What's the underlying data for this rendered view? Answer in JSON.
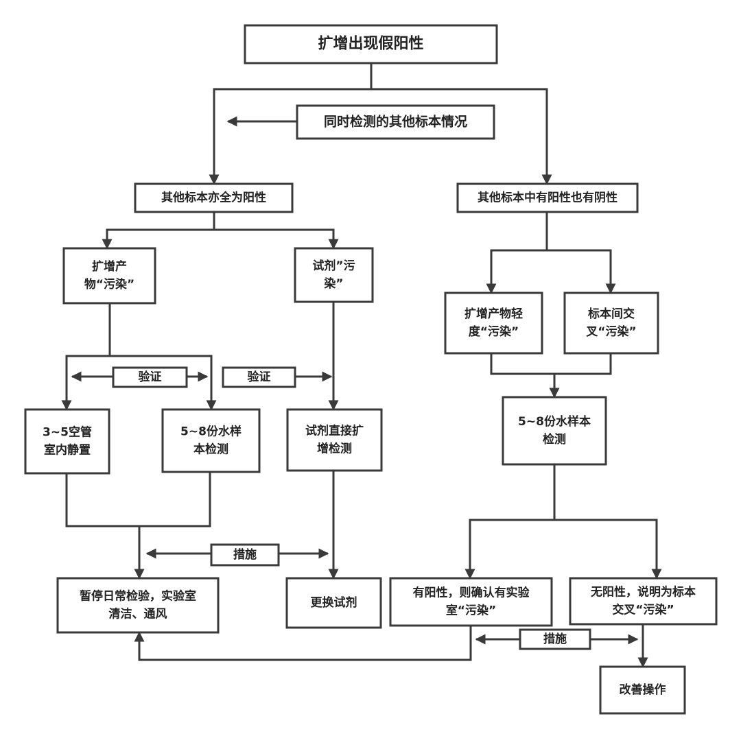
{
  "title": "扩增出现假阳性",
  "nodes": {
    "root": [
      "扩增出现假阳性"
    ],
    "check_other": [
      "同时检测的其他标本情况"
    ],
    "all_positive": [
      "其他标本亦全为阳性"
    ],
    "mixed": [
      "其他标本中有阳性也有阴性"
    ],
    "amp_contam": [
      "扩增产",
      "物“污染”"
    ],
    "reagent_contam": [
      "试剂”污",
      "染”"
    ],
    "verify_left": [
      "验证"
    ],
    "verify_mid": [
      "验证"
    ],
    "empty_tubes": [
      "3~5空管",
      "室内静置"
    ],
    "water_samples_left": [
      "5~8份水样",
      "本检测"
    ],
    "reagent_direct": [
      "试剂直接扩",
      "增检测"
    ],
    "measures_left": [
      "措施"
    ],
    "pause": [
      "暂停日常检验，实验室",
      "清洁、通风"
    ],
    "replace_reagent": [
      "更换试剂"
    ],
    "light_amp_contam": [
      "扩增产物轻",
      "度“污染”"
    ],
    "cross_contam": [
      "标本间交",
      "叉“污染”"
    ],
    "water_samples_right": [
      "5~8份水样本",
      "检测"
    ],
    "positive_lab": [
      "有阳性，则确认有实验",
      "室“污染”"
    ],
    "negative_cross": [
      "无阳性，说明为标本",
      "交叉“污染”"
    ],
    "measures_right": [
      "措施"
    ],
    "improve": [
      "改善操作"
    ]
  },
  "colors": {
    "stroke": "#3a3a3a",
    "text": "#222222",
    "background": "#ffffff"
  }
}
